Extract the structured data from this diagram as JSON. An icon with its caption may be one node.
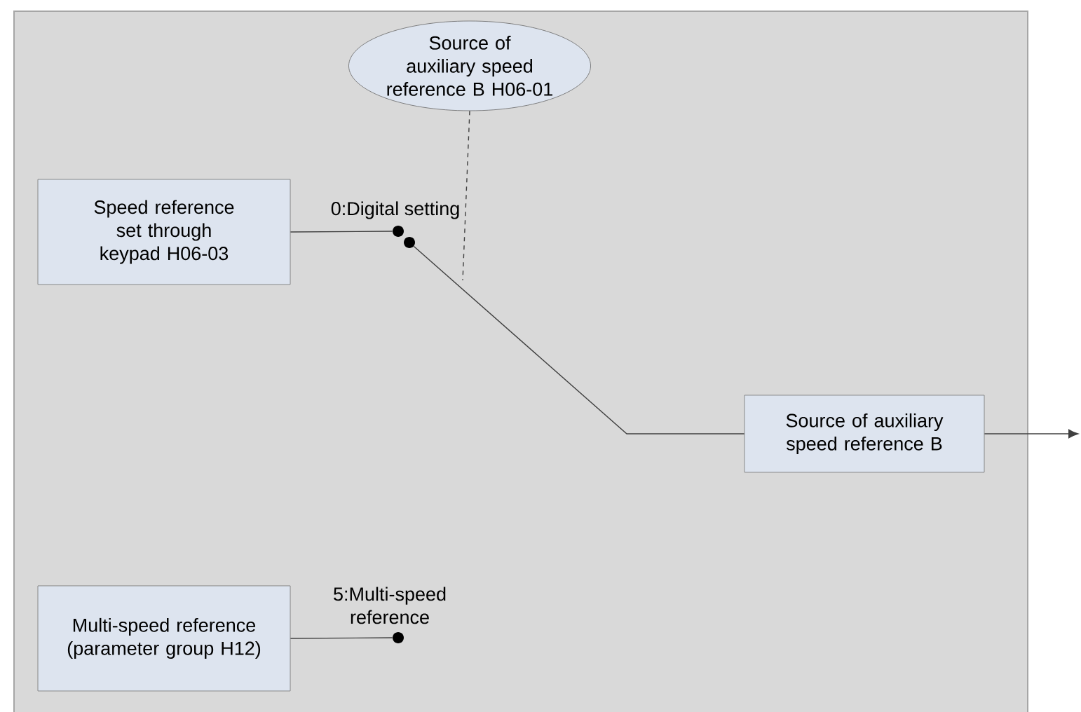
{
  "diagram": {
    "nodes": [
      {
        "text": [],
        "shape": "box"
      },
      {
        "text": [
          "Source of auxiliary speed reference B H06-01"
        ],
        "in": 0
      },
      {
        "text": [
          "Speed reference set through keypad H06-03"
        ],
        "in": 0
      },
      {
        "text": [],
        "shape": "circle",
        "in": 0
      },
      {
        "text": [],
        "shape": "circle",
        "in": 0
      },
      {
        "text": [
          "Source of auxiliary speed reference B"
        ],
        "in": 0
      },
      {
        "text": [
          "Multi-speed reference (parameter group H12)"
        ],
        "in": 0
      },
      {
        "text": [],
        "shape": "circle",
        "in": 0
      }
    ],
    "edges": [
      {
        "from": 2,
        "to": 3,
        "arrow": "none",
        "label": "0:Digital setting"
      },
      {
        "from": 4,
        "to": 5,
        "arrow": "none"
      },
      {
        "from": 5,
        "to": null,
        "arrow": "to"
      },
      {
        "from": 1,
        "to": null,
        "arrow": "none",
        "style": "dashed"
      },
      {
        "from": 6,
        "to": 7,
        "arrow": "none",
        "label": "5:Multi-speed reference"
      }
    ]
  }
}
